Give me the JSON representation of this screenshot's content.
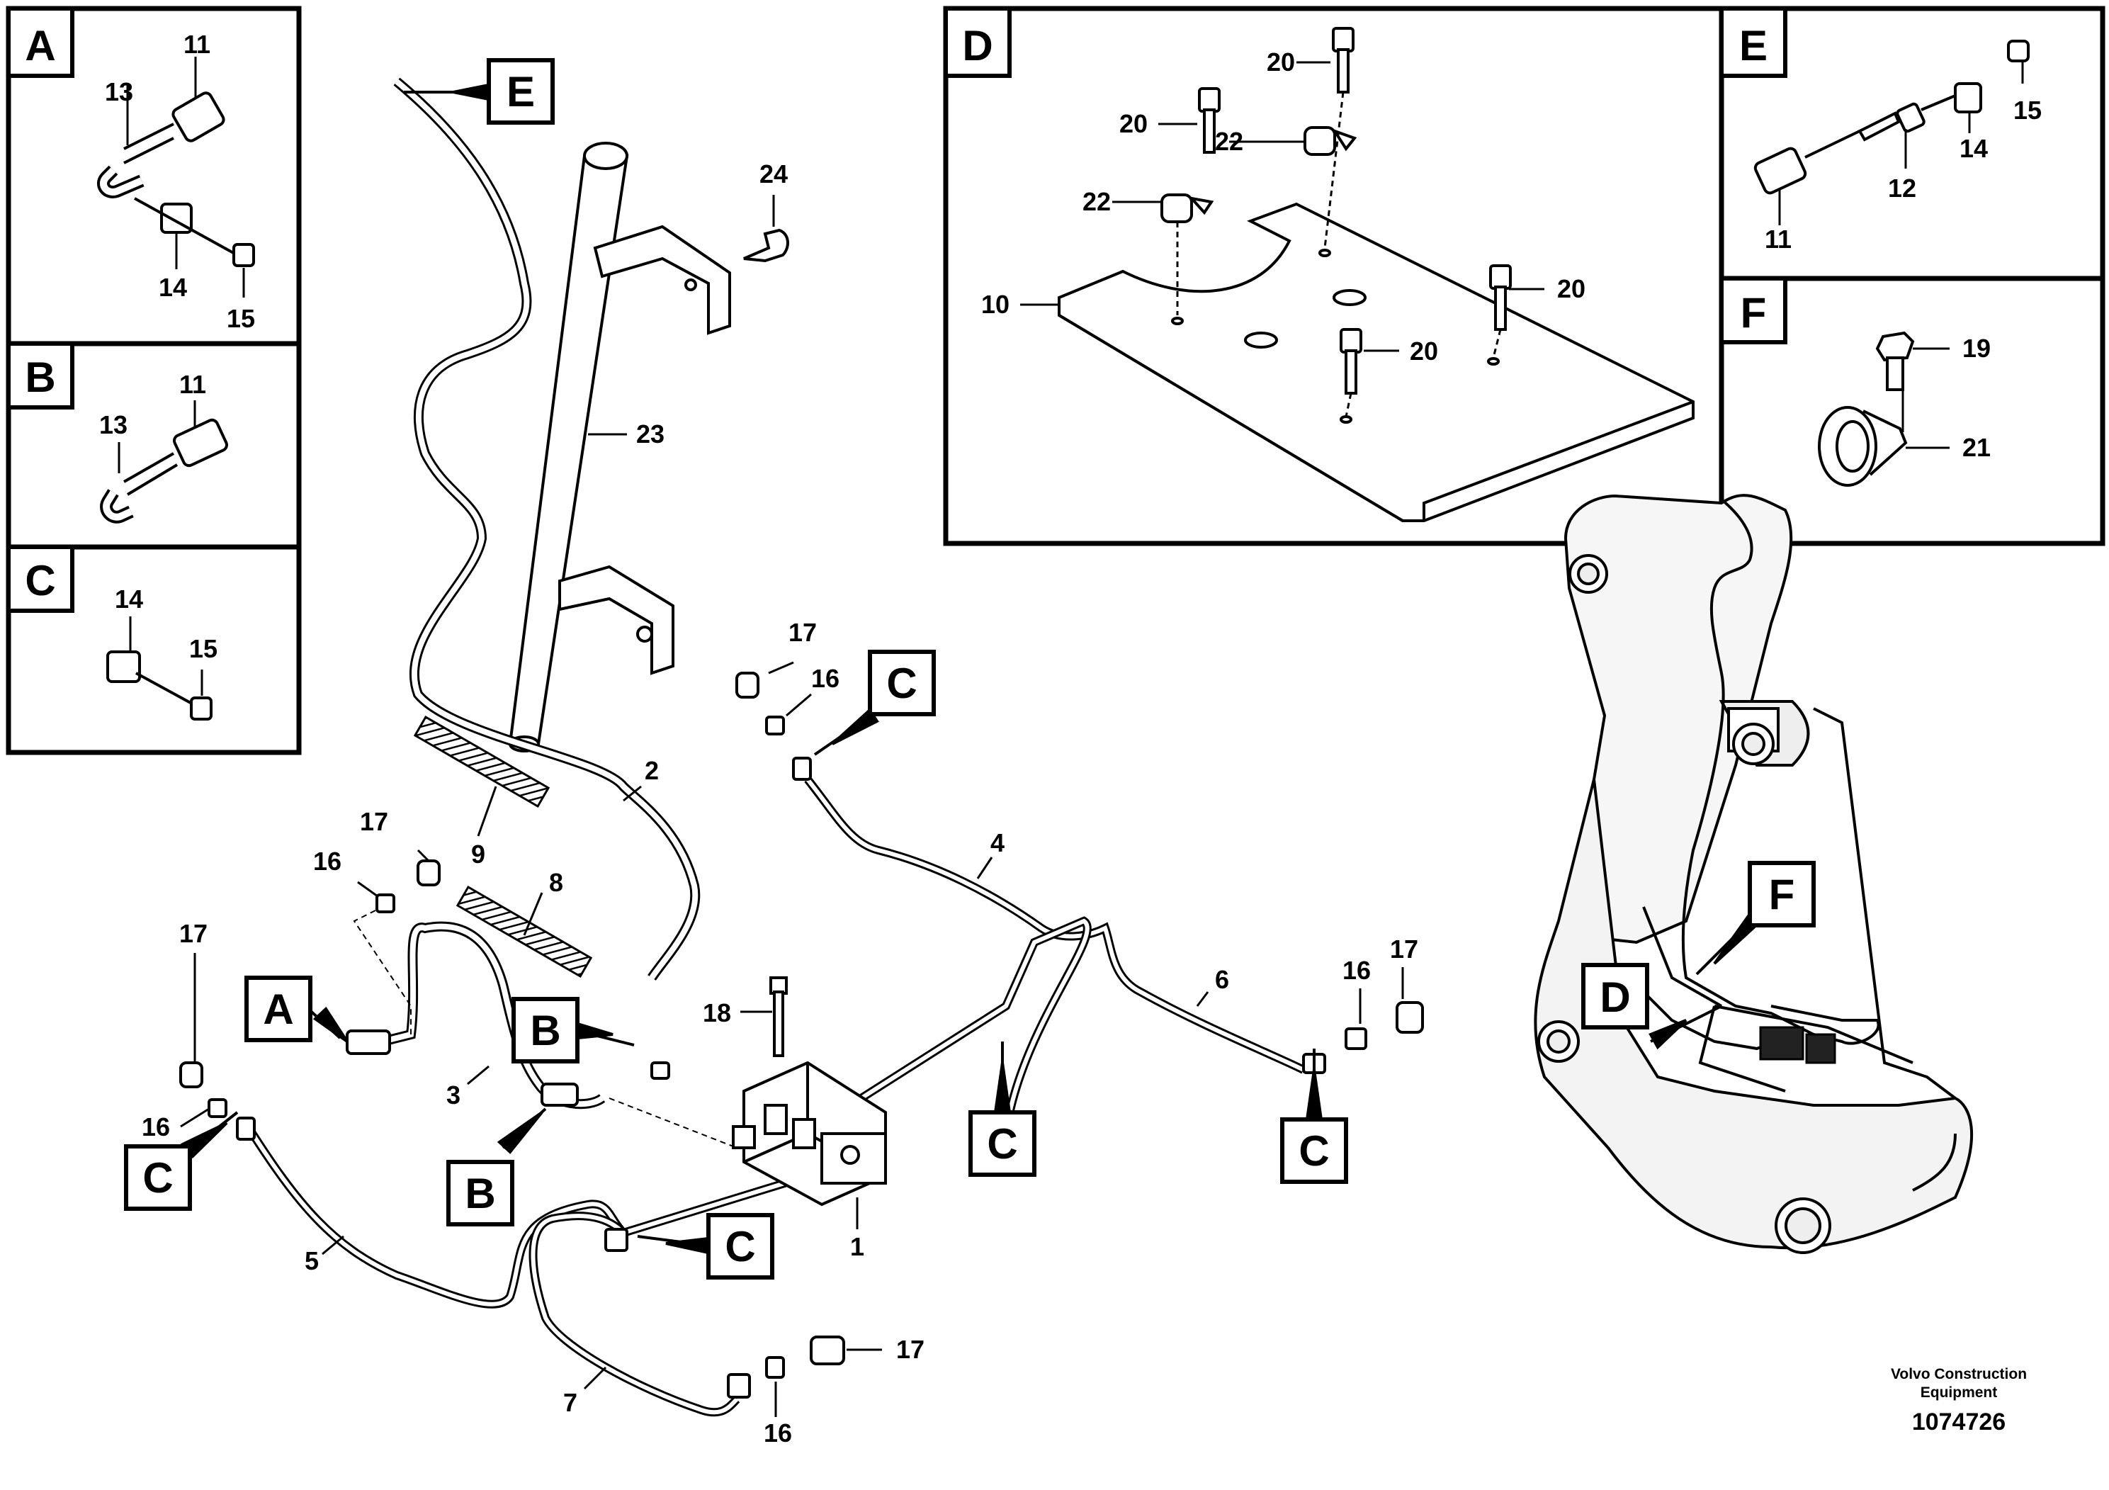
{
  "detail_panels": {
    "A": {
      "letter": "A",
      "labels": [
        "11",
        "13",
        "14",
        "15"
      ]
    },
    "B": {
      "letter": "B",
      "labels": [
        "11",
        "13"
      ]
    },
    "C": {
      "letter": "C",
      "labels": [
        "14",
        "15"
      ]
    },
    "D": {
      "letter": "D",
      "labels": [
        "20",
        "20",
        "22",
        "22",
        "10",
        "20",
        "20"
      ]
    },
    "E": {
      "letter": "E",
      "labels": [
        "15",
        "14",
        "12",
        "11"
      ]
    },
    "F": {
      "letter": "F",
      "labels": [
        "19",
        "21"
      ]
    }
  },
  "main_callouts": {
    "E": "E",
    "A": "A",
    "B1": "B",
    "B2": "B",
    "C1": "C",
    "C2": "C",
    "C3": "C",
    "C4": "C",
    "C5": "C"
  },
  "main_labels": [
    "24",
    "23",
    "17",
    "16",
    "2",
    "9",
    "17",
    "16",
    "8",
    "4",
    "6",
    "16",
    "17",
    "17",
    "18",
    "3",
    "16",
    "1",
    "5",
    "7",
    "17",
    "16"
  ],
  "overview": {
    "label_D": "D",
    "label_F": "F"
  },
  "footer": {
    "company_line1": "Volvo Construction",
    "company_line2": "Equipment",
    "drawing_number": "1074726"
  }
}
